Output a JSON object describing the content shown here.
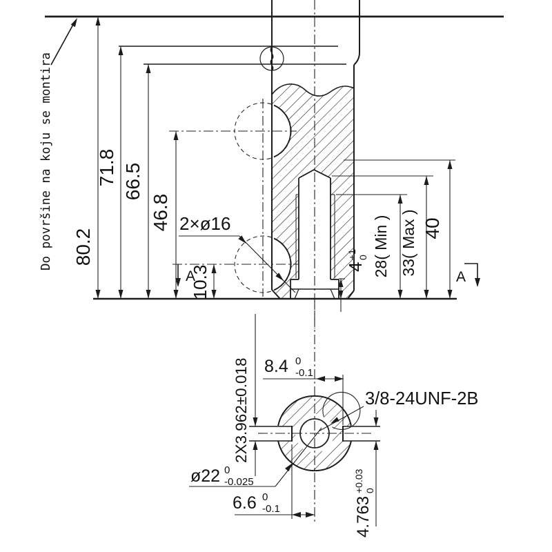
{
  "note": "Do površine na koju se montira",
  "front": {
    "d80": "80.2",
    "d71": "71.8",
    "d66": "66.5",
    "d46": "46.8",
    "d10": "10.3",
    "holes": "2×ø16",
    "d4": "4",
    "d4_up": "+1",
    "d4_dn": "0",
    "d28": "28( Min )",
    "d33": "33( Max )",
    "d40": "40",
    "section_a_left": "A",
    "section_a_right": "A"
  },
  "section": {
    "d84": "8.4",
    "d84_up": "0",
    "d84_dn": "-0.1",
    "thread": "3/8-24UNF-2B",
    "dkey": "2X3.962±0.018",
    "d22": "ø22",
    "d22_up": "0",
    "d22_dn": "-0.025",
    "d66": "6.6",
    "d66_up": "0",
    "d66_dn": "-0.1",
    "d4763": "4.763",
    "d4763_up": "+0.03",
    "d4763_dn": "0"
  },
  "colors": {
    "line": "#1c1c1c",
    "text": "#111111",
    "background": "#ffffff"
  }
}
